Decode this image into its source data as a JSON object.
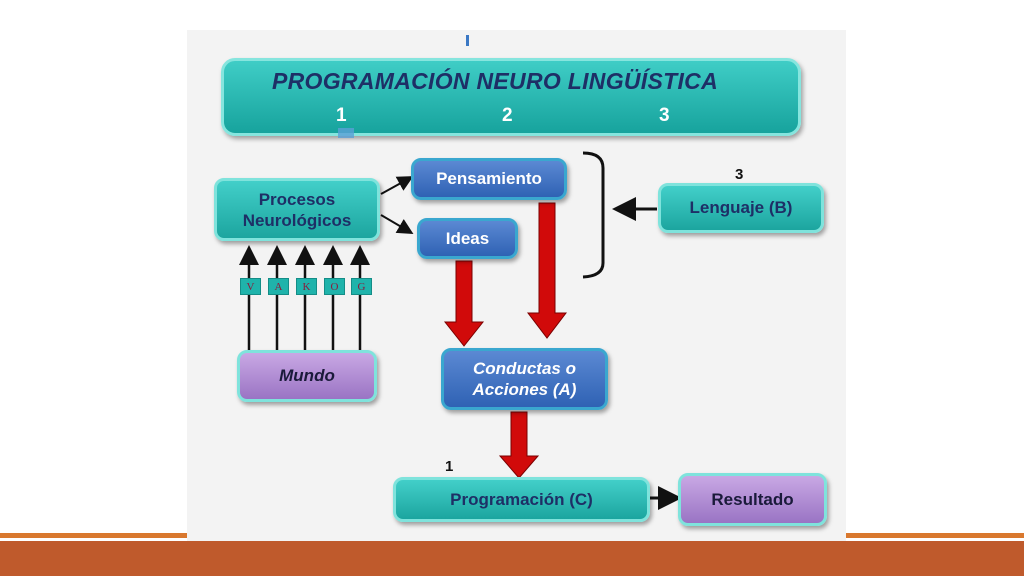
{
  "diagram": {
    "title": "PROGRAMACIÓN NEURO LINGÜÍSTICA",
    "title_numbers": [
      "1",
      "2",
      "3"
    ],
    "nodes": {
      "procesos": "Procesos Neurológicos",
      "pensamiento": "Pensamiento",
      "ideas": "Ideas",
      "lenguaje": "Lenguaje (B)",
      "conductas": "Conductas o Acciones (A)",
      "mundo": "Mundo",
      "programacion": "Programación (C)",
      "resultado": "Resultado"
    },
    "senses": [
      "V",
      "A",
      "K",
      "O",
      "G"
    ],
    "markers": {
      "lenguaje_number": "3",
      "programacion_number": "1"
    }
  },
  "colors": {
    "teal": "#1ca59f",
    "blue": "#2f62b4",
    "purple": "#9a74c4",
    "red_arrow": "#d10a0a",
    "footer": "#bf5a2c"
  }
}
